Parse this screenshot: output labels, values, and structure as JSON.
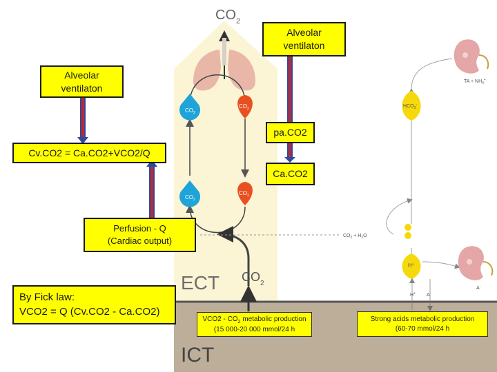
{
  "diagram": {
    "top_gas": "CO",
    "top_gas_sub": "2",
    "callouts": {
      "alveolar_left": [
        "Alveolar",
        "ventilaton"
      ],
      "alveolar_right": [
        "Alveolar",
        "ventilaton"
      ],
      "cvco2_eq": "Cv.CO2 = Ca.CO2+VCO2/Q",
      "paco2": "pa.CO2",
      "caco2": "Ca.CO2",
      "perfusion": [
        "Perfusion - Q",
        "(Cardiac output)"
      ],
      "fick": [
        "By Fick law:",
        "VCO2 = Q (Cv.CO2 - Ca.CO2)"
      ]
    },
    "drops": {
      "lung_blue": "CO",
      "lung_red": "CO",
      "tissue_blue": "CO",
      "tissue_red": "CO",
      "sub": "2"
    },
    "kidney_top_label": "TA + NH",
    "kidney_top_sub": "4",
    "kidney_top_sup": "+",
    "hco3": "HCO",
    "hco3_sub": "3",
    "hco3_sup": "-",
    "h_ion": "H",
    "h_ion_sup": "+",
    "reaction": "CO",
    "reaction_rest": " + H",
    "reaction_end": "O",
    "reaction_sub": "2",
    "kidney_bottom_label": "A",
    "kidney_bottom_sup": "-",
    "h_label": "H",
    "a_label": "A",
    "ect": "ECT",
    "ict": "ICT",
    "ect_co2": "CO",
    "ect_co2_sub": "2",
    "vco2_box": [
      "VCO2 - CO",
      "2",
      " metabolic production",
      "(15 000-20 000 mmol/24 h"
    ],
    "acids_box": [
      "Strong acids metabolic production",
      "(60-70 mmol/24 h"
    ]
  },
  "colors": {
    "callout_fill": "#ffff00",
    "arrow_red": "#c0272d",
    "arrow_blue": "#2e4aa0",
    "blue_drop": "#1ea4d8",
    "red_drop": "#e8501f",
    "yellow_drop": "#f5d90a",
    "lung_pink": "#e9b7a8",
    "ect_band": "#fbf4d5",
    "ict_ground": "#bcae98"
  }
}
